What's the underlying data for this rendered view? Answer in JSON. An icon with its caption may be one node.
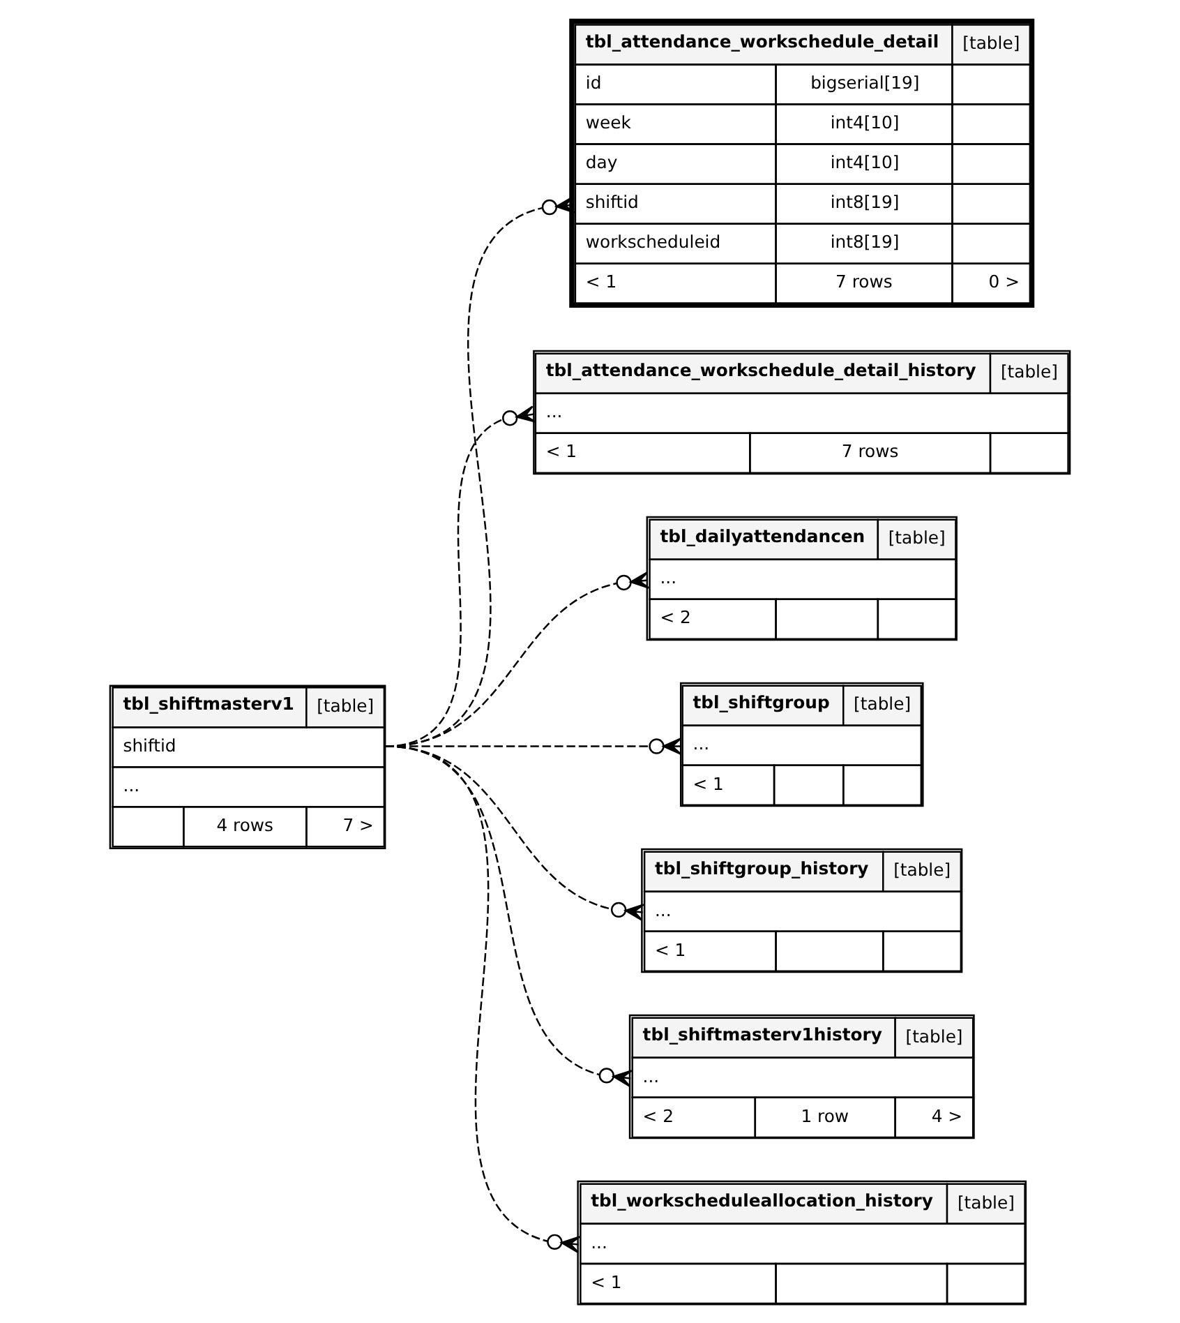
{
  "diagram": {
    "nodes": [
      {
        "text": [
          "tbl_attendance_workschedule_detail",
          "[table]",
          "id",
          "bigserial[19]",
          "week",
          "int4[10]",
          "day",
          "int4[10]",
          "shiftid",
          "int8[19]",
          "workscheduleid",
          "int8[19]",
          "< 1",
          "7 rows",
          "0 >"
        ]
      },
      {
        "text": [
          "tbl_attendance_workschedule_detail_history",
          "[table]",
          "...",
          "< 1",
          "7 rows"
        ]
      },
      {
        "text": [
          "tbl_dailyattendancen",
          "[table]",
          "...",
          "< 2"
        ]
      },
      {
        "text": [
          "tbl_shiftmasterv1",
          "[table]",
          "shiftid",
          "...",
          "4 rows",
          "7 >"
        ]
      },
      {
        "text": [
          "tbl_shiftgroup",
          "[table]",
          "...",
          "< 1"
        ]
      },
      {
        "text": [
          "tbl_shiftgroup_history",
          "[table]",
          "...",
          "< 1"
        ]
      },
      {
        "text": [
          "tbl_shiftmasterv1history",
          "[table]",
          "...",
          "< 2",
          "1 row",
          "4 >"
        ]
      },
      {
        "text": [
          "tbl_workscheduleallocation_history",
          "[table]",
          "...",
          "< 1"
        ]
      }
    ],
    "edges": [
      {
        "from": 3,
        "to": 0,
        "arrow": "other",
        "style": "dashed"
      },
      {
        "from": 3,
        "to": 1,
        "arrow": "other",
        "style": "dashed"
      },
      {
        "from": 3,
        "to": 2,
        "arrow": "other",
        "style": "dashed"
      },
      {
        "from": 3,
        "to": 4,
        "arrow": "other",
        "style": "dashed"
      },
      {
        "from": 3,
        "to": 5,
        "arrow": "other",
        "style": "dashed"
      },
      {
        "from": 3,
        "to": 6,
        "arrow": "other",
        "style": "dashed"
      },
      {
        "from": 3,
        "to": 7,
        "arrow": "other",
        "style": "dashed"
      }
    ]
  }
}
